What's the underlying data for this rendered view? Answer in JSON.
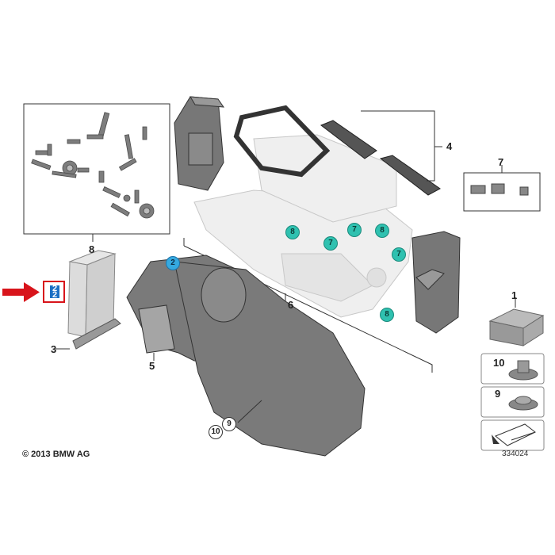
{
  "diagram": {
    "copyright": "© 2013 BMW AG",
    "doc_number": "334024",
    "selected_part": "2",
    "labels": {
      "p1": "1",
      "p2": "2",
      "p3": "3",
      "p4": "4",
      "p5": "5",
      "p6": "6",
      "p7": "7",
      "p8": "8",
      "p9": "9",
      "p10": "10"
    },
    "hotspots": {
      "h2": "2",
      "h7a": "7",
      "h7b": "7",
      "h7c": "7",
      "h8a": "8",
      "h8b": "8",
      "h8c": "8",
      "h9": "9",
      "h10": "10"
    },
    "colors": {
      "selected_border": "#d8141b",
      "selected_arrow": "#d8141b",
      "hotspot_teal": "#2fc1b0",
      "hotspot_blue": "#35a9e0"
    }
  }
}
